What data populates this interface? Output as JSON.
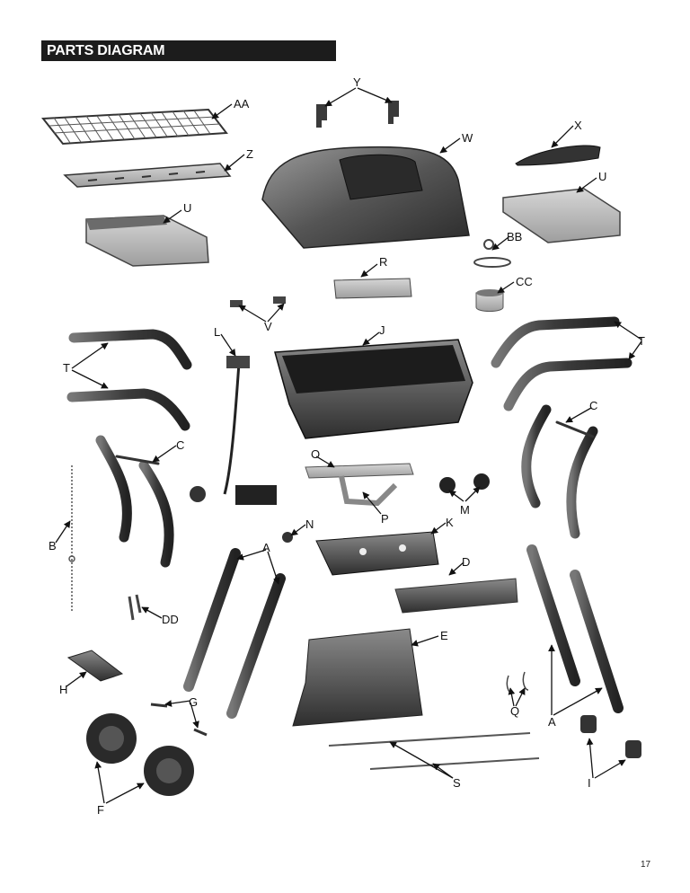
{
  "header": {
    "title": "PARTS DIAGRAM"
  },
  "page": {
    "number": "17"
  },
  "labels": {
    "AA": "AA",
    "Y": "Y",
    "W": "W",
    "X": "X",
    "Z": "Z",
    "U": "U",
    "BB": "BB",
    "R": "R",
    "CC": "CC",
    "V": "V",
    "L": "L",
    "J": "J",
    "T": "T",
    "C": "C",
    "O": "O",
    "M": "M",
    "P": "P",
    "N": "N",
    "K": "K",
    "B": "B",
    "A": "A",
    "D": "D",
    "DD": "DD",
    "E": "E",
    "H": "H",
    "G": "G",
    "Q": "Q",
    "F": "F",
    "S": "S",
    "I": "I"
  }
}
